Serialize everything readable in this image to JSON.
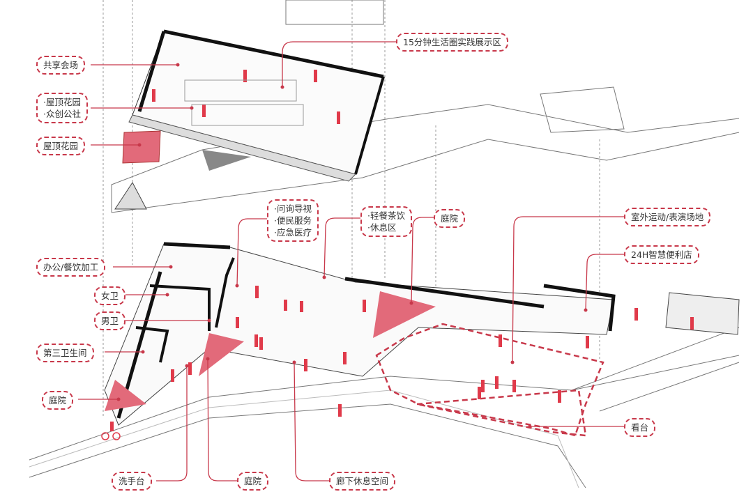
{
  "labels": {
    "shared_venue": "共享会场",
    "roof_garden_maker_1": "·屋顶花园",
    "roof_garden_maker_2": "·众创公社",
    "roof_garden": "屋顶花园",
    "showcase": "15分钟生活圈实践展示区",
    "info_1": "·问询导视",
    "info_2": "·便民服务",
    "info_3": "·应急医疗",
    "tea_1": "·轻餐茶饮",
    "tea_2": "·休息区",
    "courtyard_top": "庭院",
    "outdoor": "室外运动/表演场地",
    "store": "24H智慧便利店",
    "office": "办公/餐饮加工",
    "women": "女卫",
    "men": "男卫",
    "third_wc": "第三卫生间",
    "courtyard_left": "庭院",
    "stands": "看台",
    "washbasin": "洗手台",
    "courtyard_bottom": "庭院",
    "corridor_rest": "廊下休息空间"
  },
  "colors": {
    "accent": "#c8384a",
    "fill": "#e26a7a"
  }
}
